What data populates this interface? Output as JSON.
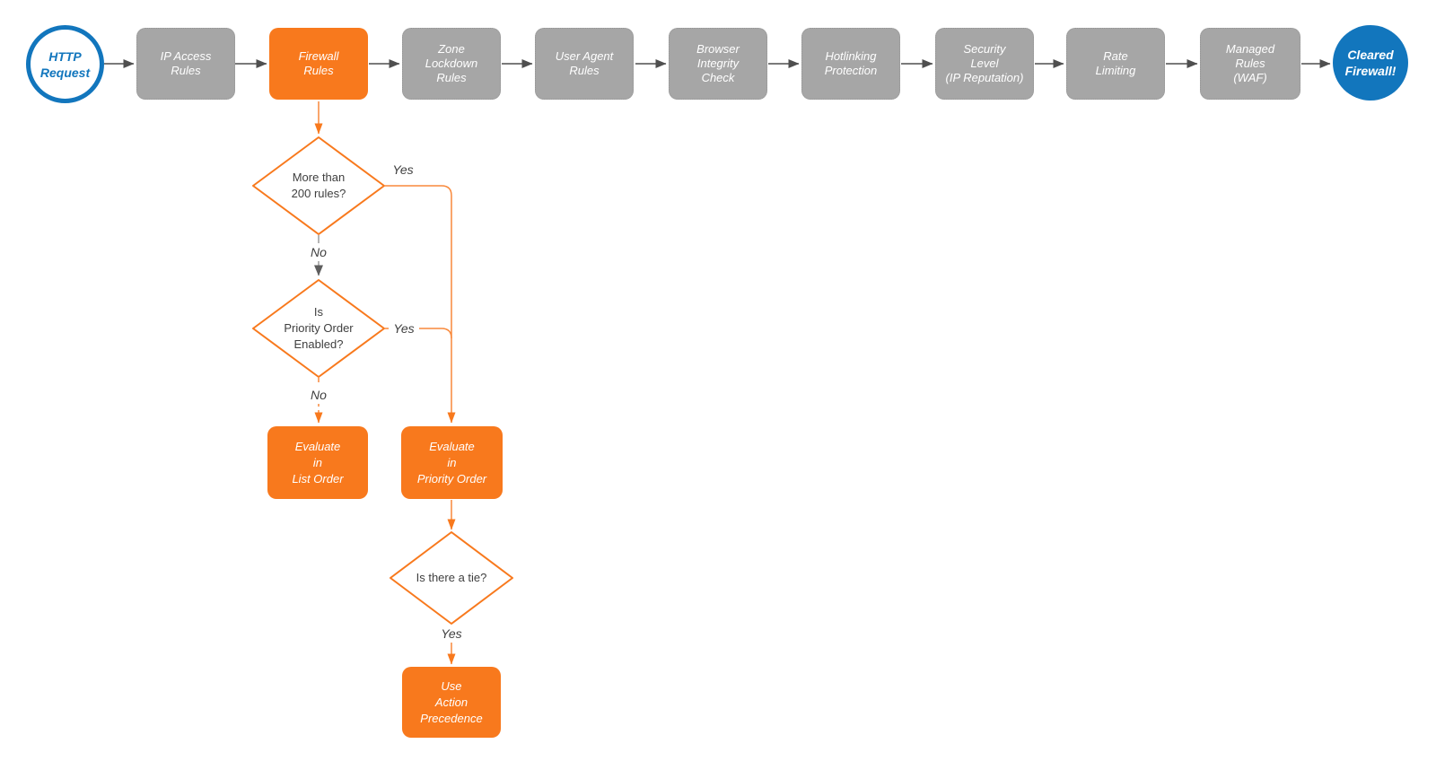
{
  "colors": {
    "orange": "#F8791D",
    "orange_line": "#F9893B",
    "gray_fill": "#A6A6A6",
    "gray_border": "#949494",
    "dark_line": "#4F4F4F",
    "mid_line": "#9C9C9C",
    "blue": "#1276BD",
    "text_dark": "#3F3F3F"
  },
  "pipeline": {
    "start_label": "HTTP\nRequest",
    "stages": [
      {
        "label": "IP Access\nRules"
      },
      {
        "label": "Firewall\nRules"
      },
      {
        "label": "Zone\nLockdown\nRules"
      },
      {
        "label": "User Agent\nRules"
      },
      {
        "label": "Browser\nIntegrity\nCheck"
      },
      {
        "label": "Hotlinking\nProtection"
      },
      {
        "label": "Security\nLevel\n(IP Reputation)"
      },
      {
        "label": "Rate\nLimiting"
      },
      {
        "label": "Managed\nRules\n(WAF)"
      }
    ],
    "end_label": "Cleared\nFirewall!"
  },
  "decision_tree": {
    "decision_more_rules": "More than\n200 rules?",
    "decision_priority_enabled": "Is\nPriority Order\nEnabled?",
    "decision_tie": "Is there a tie?",
    "action_list_order": "Evaluate\nin\nList Order",
    "action_priority_order": "Evaluate\nin\nPriority Order",
    "action_precedence": "Use\nAction\nPrecedence",
    "edge_labels": {
      "yes_1": "Yes",
      "no_1": "No",
      "yes_2": "Yes",
      "no_2": "No",
      "yes_3": "Yes"
    }
  }
}
